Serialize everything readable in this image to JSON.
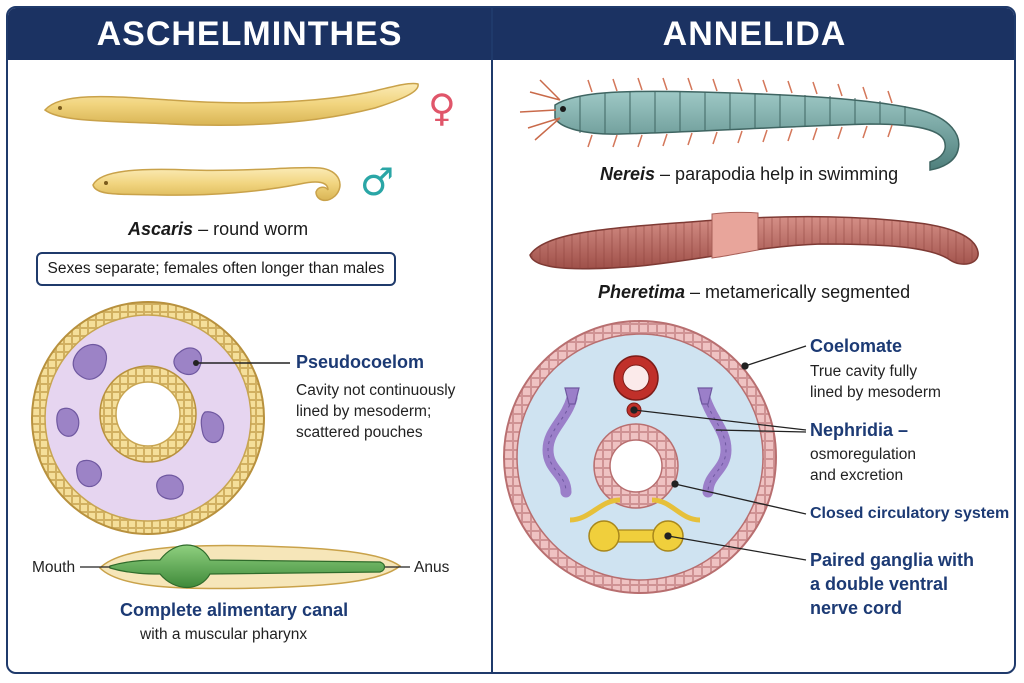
{
  "panels": {
    "left": {
      "title": "ASCHELMINTHES",
      "female_symbol": "♀",
      "male_symbol": "♂",
      "ascaris_genus": "Ascaris",
      "ascaris_rest": " – round worm",
      "note": "Sexes separate; females often longer than males",
      "pseudocoelom_title": "Pseudocoelom",
      "pseudocoelom_lines": [
        "Cavity not continuously",
        "lined by mesoderm;",
        "scattered pouches"
      ],
      "mouth": "Mouth",
      "anus": "Anus",
      "canal_title": "Complete alimentary canal",
      "canal_sub": "with a muscular pharynx"
    },
    "right": {
      "title": "ANNELIDA",
      "nereis_genus": "Nereis",
      "nereis_rest": " – parapodia help in swimming",
      "pheretima_genus": "Pheretima",
      "pheretima_rest": " – metamerically segmented",
      "coelomate_title": "Coelomate",
      "coelomate_lines": [
        "True cavity fully",
        "lined by mesoderm"
      ],
      "nephridia_title": "Nephridia –",
      "nephridia_lines": [
        "osmoregulation",
        "and excretion"
      ],
      "circulatory": "Closed circulatory system",
      "ganglia_lines": [
        "Paired ganglia with",
        "a double ventral",
        "nerve cord"
      ]
    }
  },
  "colors": {
    "header": "#1b3262",
    "title_text": "#1c3a74",
    "female": "#e0566a",
    "male": "#2aa6a6",
    "ascaris": "#f3d98b",
    "pseudocoel": "#e4d4ef",
    "gut": "#4f9b4a",
    "coelom": "#cfe3f1",
    "body_wall": "#e8b3b7",
    "vessel": "#c0302a",
    "nephridia": "#9b7fc9",
    "ganglia": "#f0cf3c"
  }
}
